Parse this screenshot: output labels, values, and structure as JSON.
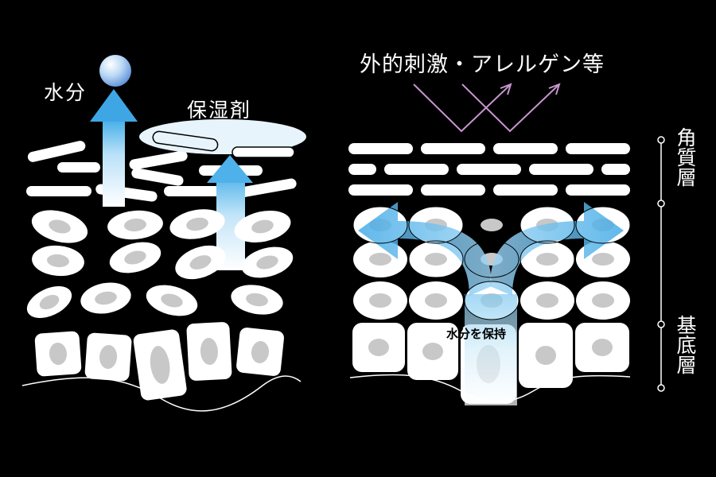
{
  "left_panel": {
    "water_label": "水分",
    "moisturizer_label": "保湿剤"
  },
  "right_panel": {
    "external_label": "外的刺激・アレルゲン等",
    "retain_label": "水分を保持"
  },
  "layers": {
    "stratum_corneum_label": "角質層",
    "basal_layer_label": "基底層"
  },
  "colors": {
    "background": "#000000",
    "cell": "#ffffff",
    "nucleus": "#c8c8c8",
    "water": "#5bb8ec",
    "stimulus_arrow": "#c895cf"
  }
}
